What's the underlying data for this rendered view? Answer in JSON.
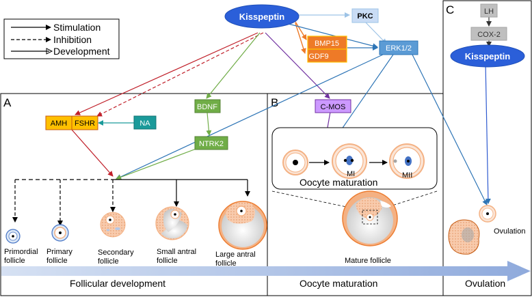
{
  "legend": {
    "stimulation": "Stimulation",
    "inhibition": "Inhibition",
    "development": "Development"
  },
  "panels": {
    "a": "A",
    "b": "B",
    "c": "C"
  },
  "nodes": {
    "kisspeptin_top": "Kisspeptin",
    "pkc": "PKC",
    "bmp15": "BMP15",
    "gdf9": "GDF9",
    "erk": "ERK1/2",
    "lh": "LH",
    "cox2": "COX-2",
    "kisspeptin_c": "Kisspeptin",
    "amh": "AMH",
    "fshr": "FSHR",
    "na": "NA",
    "bdnf": "BDNF",
    "ntrk2": "NTRK2",
    "cmos": "C-MOS"
  },
  "follicles": {
    "primordial_1": "Primordial",
    "primordial_2": "follicle",
    "primary_1": "Primary",
    "primary_2": "follicle",
    "secondary_1": "Secondary",
    "secondary_2": "follicle",
    "small_antral_1": "Small antral",
    "small_antral_2": "follicle",
    "large_antral_1": "Large antral",
    "large_antral_2": "follicle",
    "mature": "Mature follicle",
    "ovulation": "Ovulation"
  },
  "oocyte": {
    "title": "Oocyte maturation",
    "mi": "MI",
    "mii": "MII"
  },
  "bottom": {
    "follicular_development": "Follicular development",
    "oocyte_maturation": "Oocyte maturation",
    "ovulation": "Ovulation"
  },
  "colors": {
    "kisspeptin": "#2b5fd9",
    "pkc": "#c9dcf5",
    "bmp_gdf": "#ee7a27",
    "erk": "#5b9bd5",
    "amh_fshr": "#ffc000",
    "na": "#1a9a9a",
    "bdnf_ntrk2": "#70ad47",
    "cmos": "#cc99ff",
    "gray_box": "#bfbfbf",
    "red_arrow": "#c0202a",
    "blue_arrow": "#2e75b6",
    "green_arrow": "#70ad47",
    "purple_arrow": "#7030a0",
    "follicle_orange": "#f4b183"
  }
}
